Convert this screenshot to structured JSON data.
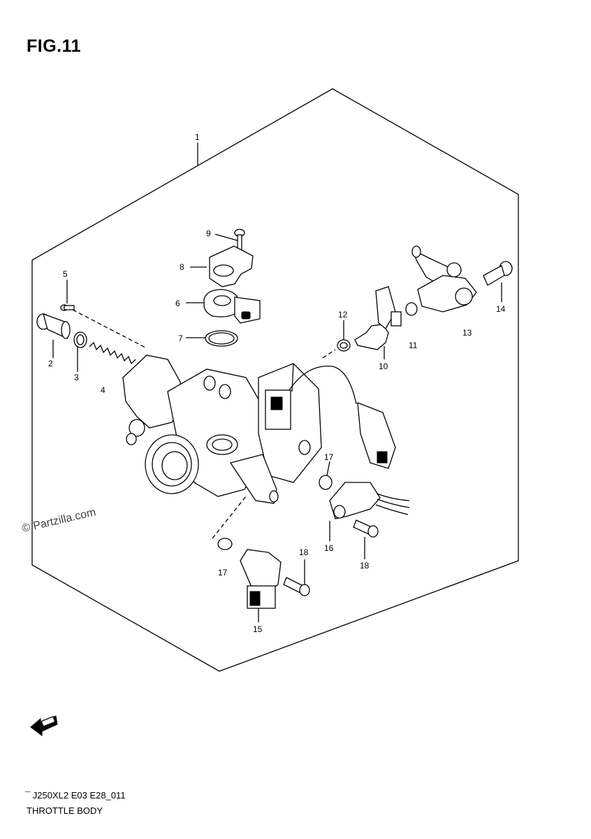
{
  "figure": {
    "title": "FIG.11"
  },
  "watermark": "© Partzilla.com",
  "footer": {
    "code": "¯ J250XL2 E03 E28_011",
    "subtitle": "THROTTLE BODY"
  },
  "callouts": [
    "1",
    "2",
    "3",
    "4",
    "5",
    "6",
    "7",
    "8",
    "9",
    "10",
    "11",
    "12",
    "13",
    "14",
    "15",
    "16",
    "17",
    "17",
    "18",
    "18"
  ],
  "icons": {
    "direction_arrow": "fwd-arrow-icon"
  }
}
